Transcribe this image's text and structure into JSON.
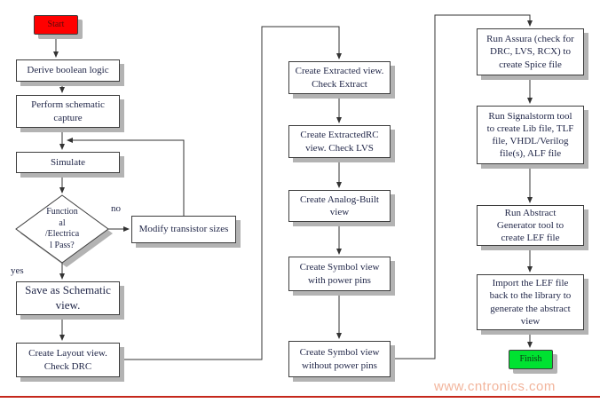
{
  "diagram": {
    "watermark": "www.cntronics.com",
    "edge_labels": {
      "no": "no",
      "yes": "yes"
    },
    "nodes": {
      "start": {
        "label": "Start"
      },
      "derive_boolean_logic": {
        "label": "Derive boolean logic"
      },
      "perform_schematic_capture": {
        "label": "Perform schematic\ncapture"
      },
      "simulate": {
        "label": "Simulate"
      },
      "functional_pass_decision": {
        "label": "Function\nal\n/Electrica\nl Pass?"
      },
      "modify_transistor_sizes": {
        "label": "Modify transistor sizes"
      },
      "save_as_schematic_view": {
        "label": "Save as Schematic\nview."
      },
      "create_layout_view": {
        "label": "Create Layout view.\nCheck DRC"
      },
      "create_extracted_view": {
        "label": "Create Extracted view.\nCheck Extract"
      },
      "create_extractedrc_view": {
        "label": "Create ExtractedRC\nview. Check LVS"
      },
      "create_analog_built_view": {
        "label": "Create Analog-Built\nview"
      },
      "create_symbol_with_pins": {
        "label": "Create Symbol view\nwith power pins"
      },
      "create_symbol_without_pins": {
        "label": "Create Symbol view\nwithout power pins"
      },
      "run_assura": {
        "label": "Run Assura (check for\nDRC, LVS, RCX) to\ncreate Spice file"
      },
      "run_signalstorm": {
        "label": "Run Signalstorm tool\nto create Lib file, TLF\nfile, VHDL/Verilog\nfile(s), ALF file"
      },
      "run_abstract_generator": {
        "label": "Run Abstract\nGenerator tool to\ncreate LEF file"
      },
      "import_lef_file": {
        "label": "Import the LEF file\nback to the library to\ngenerate the abstract\nview"
      },
      "finish": {
        "label": "Finish"
      }
    },
    "colors": {
      "start_fill": "#ff0000",
      "finish_fill": "#00e231",
      "node_fill": "#ffffff",
      "node_border": "#3d3d3d",
      "node_shadow": "#b3b3b3",
      "text": "#1f2547",
      "watermark": "#f2b49b",
      "bottom_rule": "#c5281c"
    }
  }
}
